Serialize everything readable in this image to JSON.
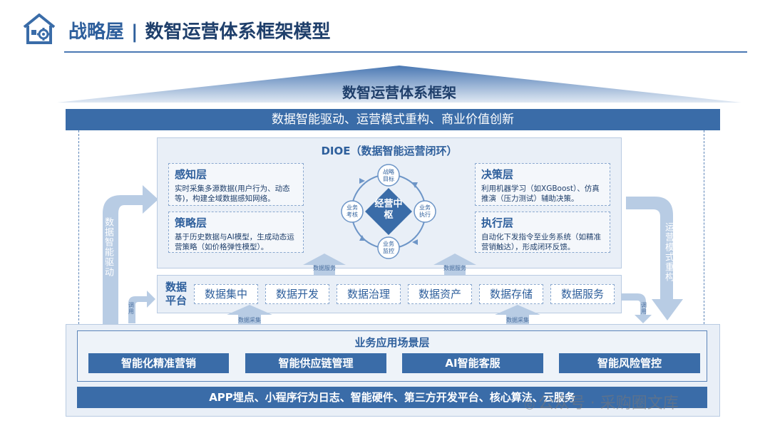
{
  "header": {
    "title_part1": "战略屋",
    "separator": "|",
    "title_part2": "数智运营体系框架模型",
    "logo_icon": "house-gear-icon"
  },
  "roof": {
    "title": "数智运营体系框架"
  },
  "banner": {
    "text": "数据智能驱动、运营模式重构、商业价值创新"
  },
  "dioe": {
    "title": "DIOE（数据智能运营闭环）",
    "cards": [
      {
        "title": "感知层",
        "desc": "实时采集多源数据(用户行为、动态等)，构建全域数据感知网络。"
      },
      {
        "title": "策略层",
        "desc": "基于历史数据与AI模型，生成动态运营策略（如价格弹性模型）。"
      },
      {
        "title": "决策层",
        "desc": "利用机器学习（如XGBoost）、仿真推演（压力测试）辅助决策。"
      },
      {
        "title": "执行层",
        "desc": "自动化下发指令至业务系统（如精准营销触达），形成闭环反馈。"
      }
    ],
    "hub": {
      "center": "经营中枢",
      "top": "战略目标",
      "right": "业务执行",
      "bottom": "业务监控",
      "left": "业务考核"
    }
  },
  "platform": {
    "label": "数据平台",
    "items": [
      "数据集中",
      "数据开发",
      "数据治理",
      "数据资产",
      "数据存储",
      "数据服务"
    ]
  },
  "arrows": {
    "data_service_1": "数据服务",
    "data_service_2": "数据服务",
    "data_collect_1": "数据采集",
    "data_collect_2": "数据采集",
    "call_left": "调用",
    "call_right": "调用",
    "left_side": "数据智能驱动",
    "right_side": "运营模式重构"
  },
  "scene": {
    "title": "业务应用场景层",
    "items": [
      "智能化精准营销",
      "智能供应链管理",
      "AI智能客服",
      "智能风险管控"
    ],
    "footer": "APP埋点、小程序行为日志、智能硬件、第三方开发平台、核心算法、云服务"
  },
  "watermark": "公众号 · 采购圈文库",
  "colors": {
    "primary": "#3a6ca8",
    "dark": "#1f3f6b",
    "panel": "#e9eff7",
    "arrow": "#b8cce4"
  }
}
